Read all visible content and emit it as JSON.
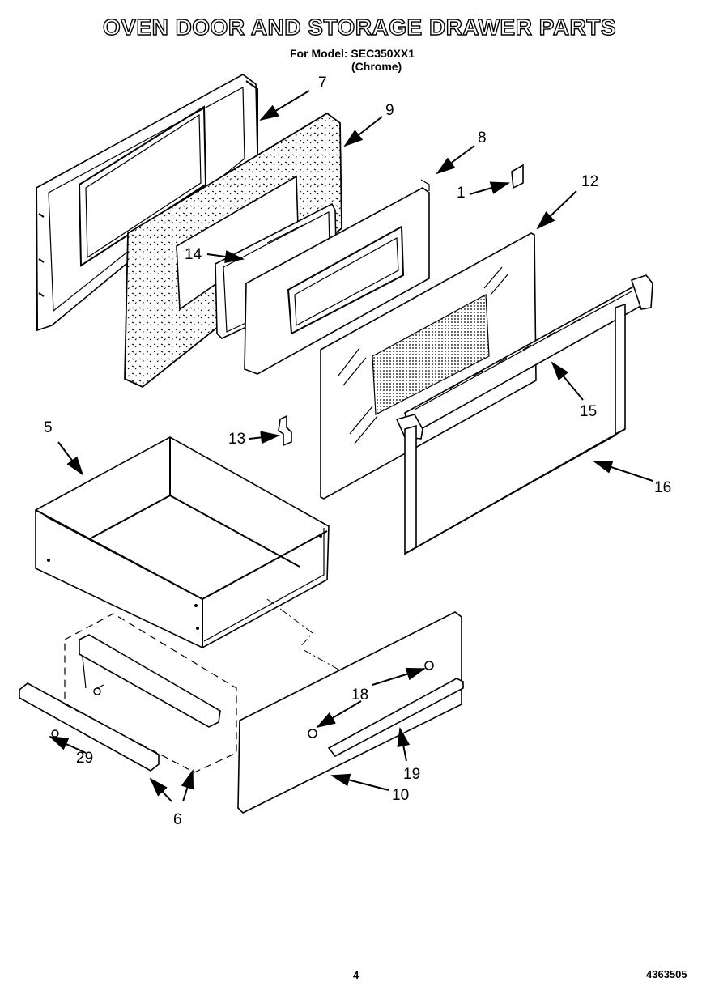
{
  "header": {
    "title": "OVEN DOOR AND STORAGE DRAWER PARTS",
    "model_line": "For Model: SEC350XX1",
    "finish": "(Chrome)"
  },
  "callouts": {
    "c7": "7",
    "c9": "9",
    "c8": "8",
    "c1": "1",
    "c12": "12",
    "c14": "14",
    "c15": "15",
    "c16": "16",
    "c13": "13",
    "c5": "5",
    "c18": "18",
    "c19": "19",
    "c10": "10",
    "c29": "29",
    "c6": "6"
  },
  "footer": {
    "page": "4",
    "document": "4363505"
  }
}
